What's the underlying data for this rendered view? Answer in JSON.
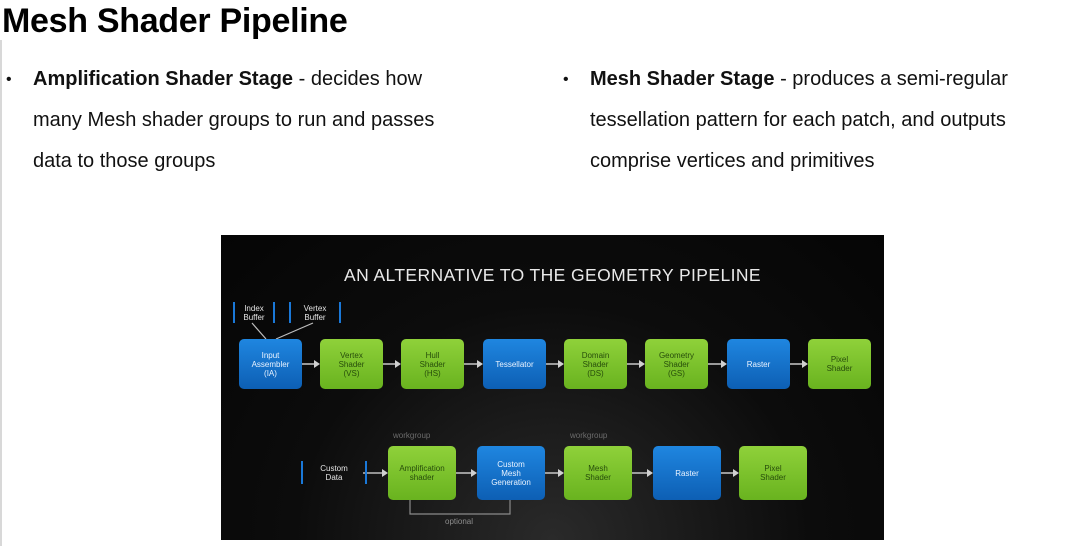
{
  "title": "Mesh Shader Pipeline",
  "bullets": [
    {
      "bold": "Amplification Shader Stage",
      "lines": [
        " - decides how",
        "many Mesh shader groups to run and passes",
        "data to those groups"
      ]
    },
    {
      "bold": "Mesh Shader Stage",
      "lines": [
        " - produces a semi-regular",
        "tessellation pattern for each patch,  and outputs",
        "comprise vertices and primitives"
      ]
    }
  ],
  "bullet_glyph": "•",
  "diagram": {
    "title": "AN ALTERNATIVE TO THE GEOMETRY PIPELINE",
    "buffers": [
      [
        "Index",
        "Buffer"
      ],
      [
        "Vertex",
        "Buffer"
      ]
    ],
    "row1": [
      {
        "lines": [
          "Input",
          "Assembler",
          "(IA)"
        ],
        "color": "blue"
      },
      {
        "lines": [
          "Vertex",
          "Shader",
          "(VS)"
        ],
        "color": "green"
      },
      {
        "lines": [
          "Hull",
          "Shader",
          "(HS)"
        ],
        "color": "green"
      },
      {
        "lines": [
          "Tessellator"
        ],
        "color": "blue"
      },
      {
        "lines": [
          "Domain",
          "Shader",
          "(DS)"
        ],
        "color": "green"
      },
      {
        "lines": [
          "Geometry",
          "Shader",
          "(GS)"
        ],
        "color": "green"
      },
      {
        "lines": [
          "Raster"
        ],
        "color": "blue"
      },
      {
        "lines": [
          "Pixel",
          "Shader"
        ],
        "color": "green"
      }
    ],
    "custom_data": [
      "Custom",
      "Data"
    ],
    "row2": [
      {
        "lines": [
          "Amplification",
          "shader"
        ],
        "color": "green"
      },
      {
        "lines": [
          "Custom",
          "Mesh",
          "Generation"
        ],
        "color": "blue"
      },
      {
        "lines": [
          "Mesh",
          "Shader"
        ],
        "color": "green"
      },
      {
        "lines": [
          "Raster"
        ],
        "color": "blue"
      },
      {
        "lines": [
          "Pixel",
          "Shader"
        ],
        "color": "green"
      }
    ],
    "workgroup_labels": [
      "workgroup",
      "workgroup"
    ],
    "optional_label": "optional"
  },
  "colors": {
    "green": "#7cc22c",
    "blue": "#1273cf",
    "background": "#0a0a0a"
  }
}
